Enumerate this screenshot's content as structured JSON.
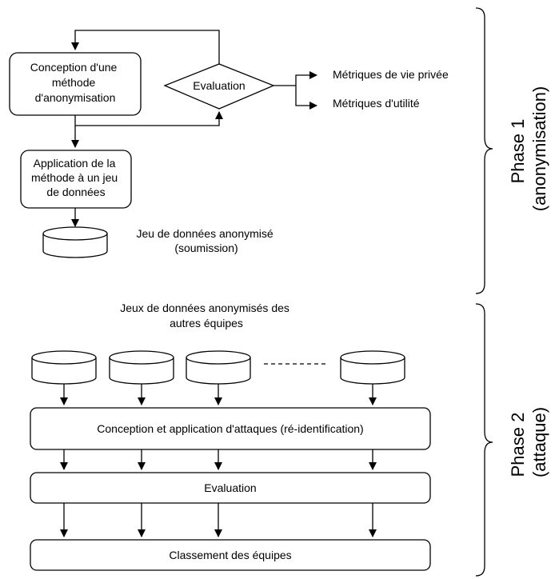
{
  "phase1": {
    "design_box": [
      "Conception d'une",
      "méthode",
      "d'anonymisation"
    ],
    "evaluation": "Evaluation",
    "privacy_metrics": "Métriques de vie privée",
    "utility_metrics": "Métriques d'utilité",
    "apply_box": [
      "Application de la",
      "méthode à un jeu",
      "de données"
    ],
    "anonymized_dataset": [
      "Jeu de données anonymisé",
      "(soumission)"
    ],
    "label": [
      "Phase 1",
      "(anonymisation)"
    ]
  },
  "phase2": {
    "datasets_caption": [
      "Jeux de données anonymisés des",
      "autres équipes"
    ],
    "attack_box": "Conception et application d'attaques  (ré-identification)",
    "evaluation_box": "Evaluation",
    "ranking_box": "Classement des équipes",
    "label": [
      "Phase 2",
      "(attaque)"
    ]
  }
}
